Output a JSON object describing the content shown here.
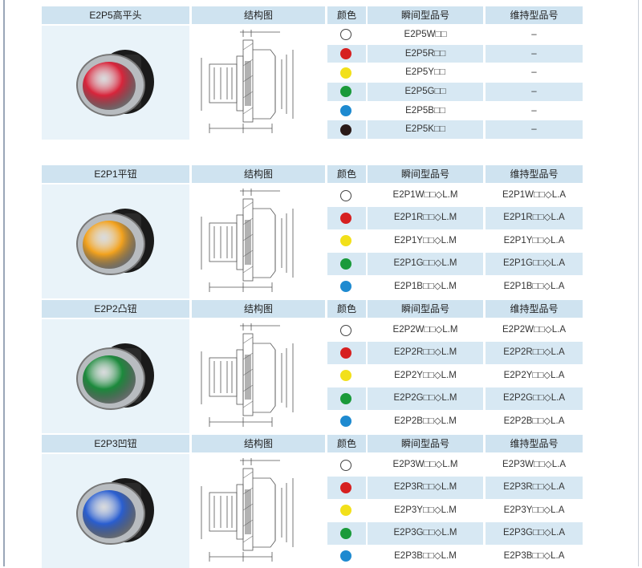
{
  "headers": {
    "structure": "结构图",
    "color": "颜色",
    "momentary": "瞬间型品号",
    "maintained": "维持型品号"
  },
  "color_map": {
    "W": "#ffffff",
    "R": "#d62020",
    "Y": "#f2e01a",
    "G": "#1a9a3a",
    "B": "#1e8ad0",
    "K": "#2a1a18"
  },
  "sections": [
    {
      "title": "E2P5高平头",
      "lens_color": "#d8253b",
      "rows": [
        {
          "color": "W",
          "momentary": "E2P5W□□",
          "maintained": "–"
        },
        {
          "color": "R",
          "momentary": "E2P5R□□",
          "maintained": "–"
        },
        {
          "color": "Y",
          "momentary": "E2P5Y□□",
          "maintained": "–"
        },
        {
          "color": "G",
          "momentary": "E2P5G□□",
          "maintained": "–"
        },
        {
          "color": "B",
          "momentary": "E2P5B□□",
          "maintained": "–"
        },
        {
          "color": "K",
          "momentary": "E2P5K□□",
          "maintained": "–"
        }
      ]
    },
    {
      "title": "E2P1平钮",
      "lens_color": "#f2a21e",
      "rows": [
        {
          "color": "W",
          "momentary": "E2P1W□□◇L.M",
          "maintained": "E2P1W□□◇L.A"
        },
        {
          "color": "R",
          "momentary": "E2P1R□□◇L.M",
          "maintained": "E2P1R□□◇L.A"
        },
        {
          "color": "Y",
          "momentary": "E2P1Y□□◇L.M",
          "maintained": "E2P1Y□□◇L.A"
        },
        {
          "color": "G",
          "momentary": "E2P1G□□◇L.M",
          "maintained": "E2P1G□□◇L.A"
        },
        {
          "color": "B",
          "momentary": "E2P1B□□◇L.M",
          "maintained": "E2P1B□□◇L.A"
        }
      ]
    },
    {
      "title": "E2P2凸钮",
      "lens_color": "#1c8a3c",
      "rows": [
        {
          "color": "W",
          "momentary": "E2P2W□□◇L.M",
          "maintained": "E2P2W□□◇L.A"
        },
        {
          "color": "R",
          "momentary": "E2P2R□□◇L.M",
          "maintained": "E2P2R□□◇L.A"
        },
        {
          "color": "Y",
          "momentary": "E2P2Y□□◇L.M",
          "maintained": "E2P2Y□□◇L.A"
        },
        {
          "color": "G",
          "momentary": "E2P2G□□◇L.M",
          "maintained": "E2P2G□□◇L.A"
        },
        {
          "color": "B",
          "momentary": "E2P2B□□◇L.M",
          "maintained": "E2P2B□□◇L.A"
        }
      ]
    },
    {
      "title": "E2P3凹钮",
      "lens_color": "#2a5ed0",
      "rows": [
        {
          "color": "W",
          "momentary": "E2P3W□□◇L.M",
          "maintained": "E2P3W□□◇L.A"
        },
        {
          "color": "R",
          "momentary": "E2P3R□□◇L.M",
          "maintained": "E2P3R□□◇L.A"
        },
        {
          "color": "Y",
          "momentary": "E2P3Y□□◇L.M",
          "maintained": "E2P3Y□□◇L.A"
        },
        {
          "color": "G",
          "momentary": "E2P3G□□◇L.M",
          "maintained": "E2P3G□□◇L.A"
        },
        {
          "color": "B",
          "momentary": "E2P3B□□◇L.M",
          "maintained": "E2P3B□□◇L.A"
        }
      ]
    }
  ]
}
